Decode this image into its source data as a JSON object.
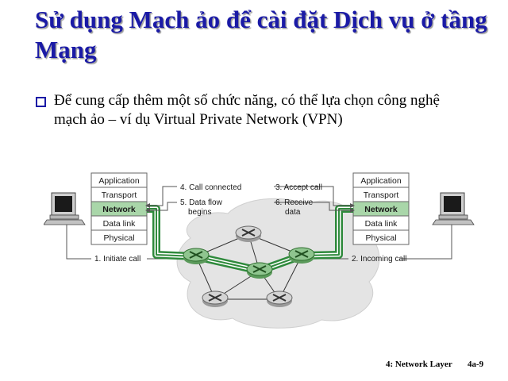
{
  "slide": {
    "title": "Sử dụng Mạch ảo để cài đặt Dịch vụ ở tầng Mạng",
    "bullet": "Để cung cấp thêm một số chức năng, có thể lựa chọn công nghệ mạch ảo – ví dụ Virtual Private Network (VPN)",
    "footer_chapter": "4: Network Layer",
    "footer_page": "4a-9"
  },
  "diagram": {
    "left_stack": [
      "Application",
      "Transport",
      "Network",
      "Data link",
      "Physical"
    ],
    "right_stack": [
      "Application",
      "Transport",
      "Network",
      "Data link",
      "Physical"
    ],
    "highlighted_layer": "Network",
    "left_labels": {
      "step4": "4. Call connected",
      "step5_line1": "5. Data flow",
      "step5_line2": "begins",
      "step1": "1. Initiate call"
    },
    "right_labels": {
      "step3": "3. Accept call",
      "step6_line1": "6. Receive",
      "step6_line2": "data",
      "step2": "2. Incoming call"
    },
    "colors": {
      "path_green": "#2f8a3c",
      "network_highlight": "#a9d6a9",
      "cloud": "#e4e4e4",
      "router": "#cfcfcf"
    }
  }
}
